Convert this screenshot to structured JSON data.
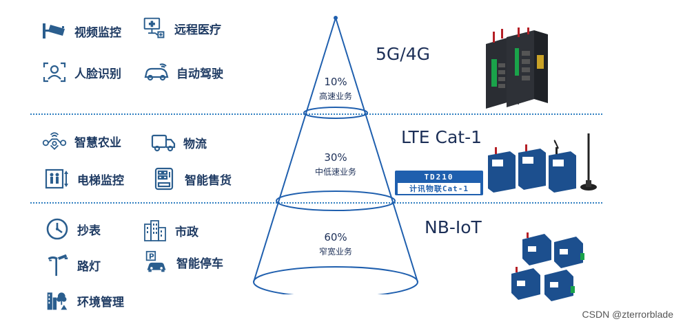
{
  "tiers": {
    "top": {
      "name": "5G/4G",
      "percent": "10%",
      "desc": "高速业务"
    },
    "mid": {
      "name": "LTE Cat-1",
      "percent": "30%",
      "desc": "中低速业务"
    },
    "bottom": {
      "name": "NB-IoT",
      "percent": "60%",
      "desc": "窄宽业务"
    }
  },
  "apps": {
    "video": "视频监控",
    "medical": "远程医疗",
    "face": "人脸识别",
    "autodrive": "自动驾驶",
    "agri": "智慧农业",
    "logistics": "物流",
    "elevator": "电梯监控",
    "vending": "智能售货",
    "meter": "抄表",
    "municipal": "市政",
    "streetlight": "路灯",
    "parking": "智能停车",
    "environment": "环境管理"
  },
  "badge": {
    "line1": "TD210",
    "line2": "计讯物联Cat-1"
  },
  "watermark": "CSDN @zterrorblade",
  "colors": {
    "icon": "#2b5e8e",
    "divider": "#2f7fc1",
    "cone": "#1f5fae",
    "badge": "#1f5fae"
  }
}
